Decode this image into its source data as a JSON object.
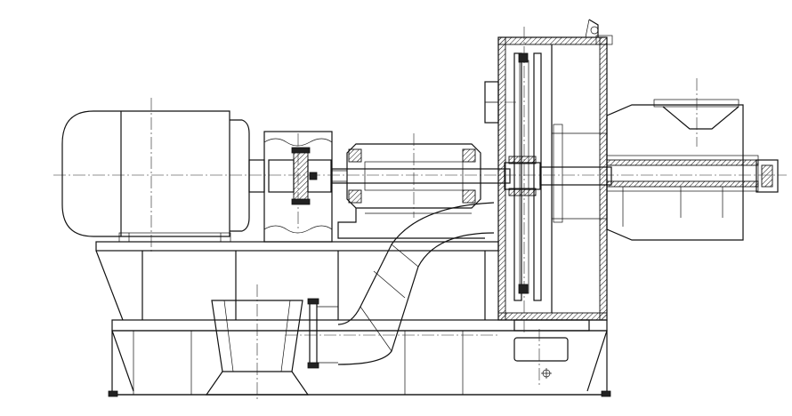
{
  "drawing": {
    "line_color": "#111111",
    "background": "#ffffff",
    "components": [
      "electric-motor",
      "coupling",
      "bearing-housing",
      "shaft",
      "inlet-duct",
      "impeller-housing",
      "outlet-hopper",
      "base-frame",
      "discharge-chute"
    ]
  }
}
